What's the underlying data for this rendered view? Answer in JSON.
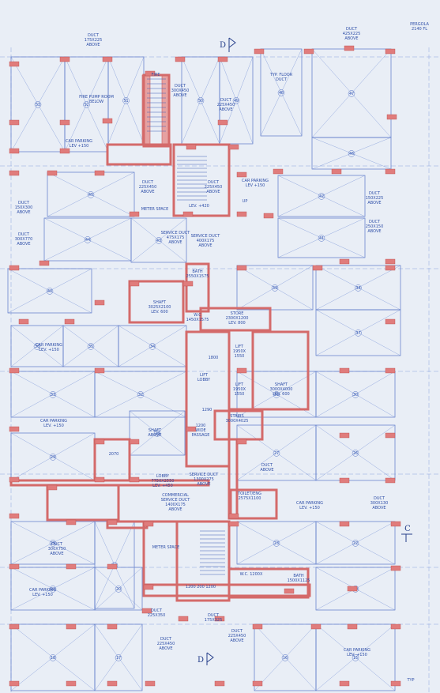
{
  "sheet": {
    "background": "#e9eef6",
    "line_color": "#5a78c8",
    "wall_color": "#d46a6a"
  },
  "header": {
    "duct_tl": "DUCT\n175X225\nABOVE",
    "duct_tr": "DUCT\n425X225\nABOVE",
    "pergola": "PERGOLA\n2140 FL"
  },
  "section_markers": {
    "d_top": "D",
    "d_bottom": "D",
    "c_right": "C"
  },
  "rooms": {
    "car_parking_top": "CAR PARKING\nLEV +150",
    "pump_room": "FIRE PUMP ROOM\nBELOW",
    "fire_stair": "FIRE",
    "duct_top_mid": "DUCT\n300X450\nABOVE",
    "duct_top_mid2": "DUCT\n225X450\nABOVE",
    "typ_floor_duct": "TYP. FLOOR\nDUCT",
    "duct_stair": "DUCT\n225X450\nABOVE",
    "duct_lift": "DUCT\n225X450\nABOVE",
    "lvl_420": "LEV. +420",
    "meter_space": "METER SPACE",
    "up": "UP",
    "duct_left": "DUCT\n150X300\nABOVE",
    "duct_left2": "DUCT\n300X770\nABOVE",
    "service_duct": "SERVICE DUCT\n475X175\nABOVE",
    "service_duct2": "SERVICE DUCT\n400X175\nABOVE",
    "duct_right": "DUCT\n150X225\nABOVE",
    "duct_right2": "DUCT\n250X150\nABOVE",
    "car_parking_right": "CAR PARKING\nLEV +150",
    "bath": "BATH\n2550X1575",
    "shaft_left": "SHAFT\n3025X2100\nLEV. 600",
    "wc": "W.C\n1450X1575",
    "store": "STORE\n2300X1200\nLEV. 800",
    "lift": "LIFT\n1950X\n1550",
    "lift2": "LIFT\n1950X\n1550",
    "lift_lobby": "LIFT\nLOBBY",
    "shaft_right": "SHAFT\n3000X4000\nLEV. 600",
    "car_parking_l1": "CAR PARKING\nLEV. +150",
    "car_parking_l2": "CAR PARKING\nLEV. +150",
    "shaft_mid": "SHAFT\nABOVE",
    "lobby_2075": "1200\nWIDE\nPASSAGE",
    "stairs": "STAIRS\n3000X4025",
    "duct_mid_r": "DUCT\nABOVE",
    "lobby": "LOBBY\n7750X2550\nLEV. +450",
    "service_duct_lobby": "SERVICE DUCT\n1300X275\nABOVE",
    "commercial_duct": "COMMERCIAL\nSERVICE DUCT\n1400X175\nABOVE",
    "toilet": "TOILET/ENG\n2575X1100",
    "duct_right3": "DUCT\n300X130\nABOVE",
    "car_parking_r3": "CAR PARKING\nLEV. +150",
    "duct_bl": "DUCT\n300X750\nABOVE",
    "car_parking_bl": "CAR PARKING\nLEV. +150",
    "meter_space2": "METER SPACE",
    "wc_bottom": "W.C. 1200X",
    "bath_bottom": "BATH\n1500X1125",
    "size_bottom": "1200 200 1200",
    "duct_b1": "DUCT\n225X350",
    "duct_b2": "DUCT\n225X450\nABOVE",
    "duct_b3": "DUCT\n175X325",
    "duct_b4": "DUCT\n225X450\nABOVE",
    "car_parking_br": "CAR PARKING\nLEV. +150",
    "dim_2070": "2070",
    "dim_1800": "1800",
    "dim_1290": "1290",
    "typ": "TYP"
  },
  "bay_numbers": [
    "53",
    "52",
    "51",
    "50",
    "49",
    "48",
    "47",
    "46",
    "45",
    "44",
    "43",
    "42",
    "41",
    "40",
    "39",
    "38",
    "37",
    "36",
    "35",
    "34",
    "33",
    "32",
    "31",
    "30",
    "29",
    "28",
    "27",
    "26",
    "25",
    "24",
    "23",
    "22",
    "21",
    "20",
    "19",
    "18",
    "17",
    "16",
    "15"
  ]
}
